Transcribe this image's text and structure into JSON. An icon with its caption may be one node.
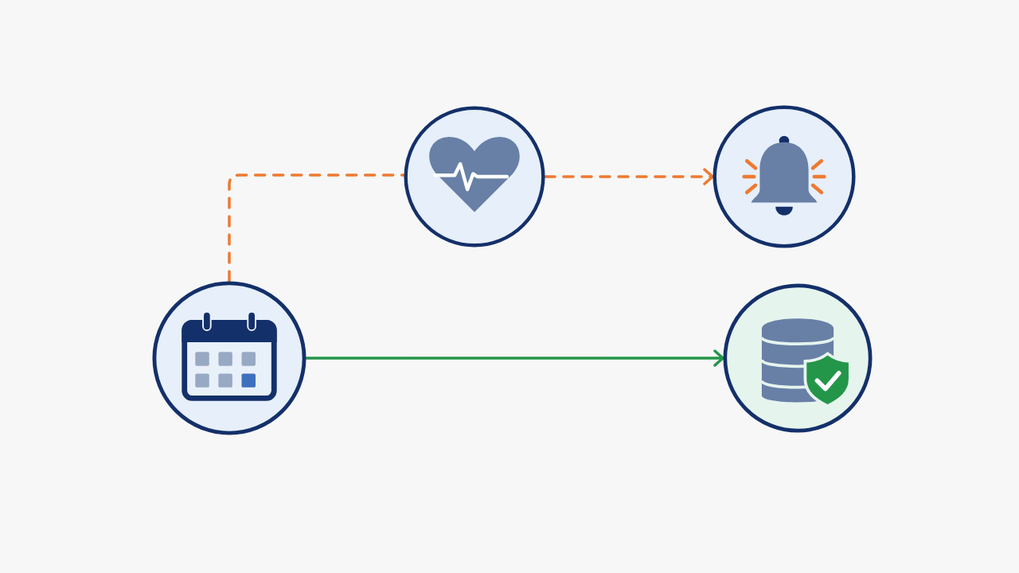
{
  "diagram": {
    "nodes": [
      {
        "text": [],
        "shape": "picture"
      },
      {
        "text": [],
        "shape": "picture"
      },
      {
        "text": [],
        "shape": "picture"
      },
      {
        "text": [],
        "shape": "picture"
      }
    ],
    "edges": [
      {
        "from": 2,
        "to": 0,
        "arrow": "none",
        "style": "dashed",
        "color": "#ee7a30"
      },
      {
        "from": 0,
        "to": 1,
        "arrow": "to",
        "style": "dashed",
        "color": "#ee7a30"
      },
      {
        "from": 2,
        "to": 3,
        "arrow": "to",
        "color": "#23964a"
      }
    ]
  }
}
